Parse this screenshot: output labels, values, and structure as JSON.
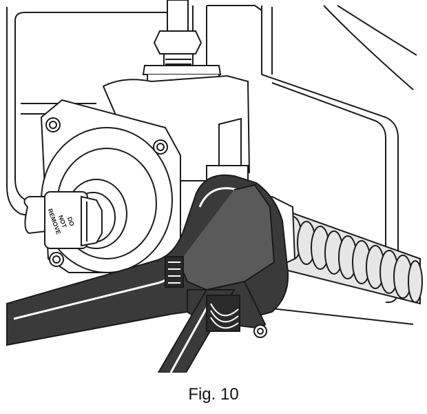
{
  "figure": {
    "caption": "Fig. 10",
    "valve_label": [
      "DO",
      "NOT",
      "REMOVE"
    ]
  },
  "colors": {
    "line": "#1a1a1a",
    "wrench_dark": "#3a3a3a",
    "wrench_mid": "#5a5a5a",
    "hose": "#e6e6e6",
    "background": "#ffffff"
  }
}
